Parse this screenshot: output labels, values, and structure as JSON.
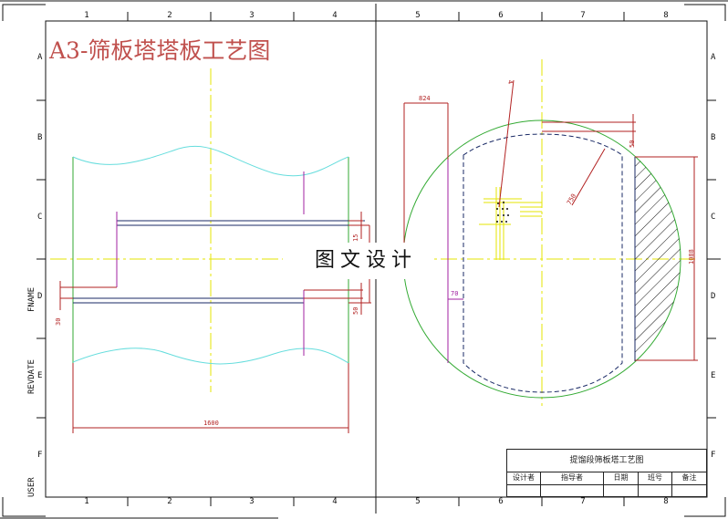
{
  "drawing": {
    "title": "A3-筛板塔塔板工艺图",
    "watermark": "图文设计",
    "colors": {
      "title": "#c0504d",
      "frame": "#111111",
      "centerline": "#e6e600",
      "dimension": "#b22222",
      "outline_green": "#33aa33",
      "break_cyan": "#66dddd",
      "plate_blue": "#1a2a66",
      "weir_magenta": "#a020a0"
    }
  },
  "frame": {
    "columns": [
      "1",
      "2",
      "3",
      "4",
      "5",
      "6",
      "7",
      "8"
    ],
    "rows": [
      "A",
      "B",
      "C",
      "D",
      "E",
      "F"
    ],
    "side_labels": [
      "FNAME",
      "REVDATE",
      "USER"
    ]
  },
  "left_view": {
    "dimensions": {
      "width": "1600",
      "top_gap": "15",
      "bottom_gap": "50",
      "left_gap": "30"
    }
  },
  "right_view": {
    "dimensions": {
      "weir_length": "824",
      "arc_radius": "750",
      "top_offset": "50",
      "downcomer_height": "1088",
      "inlet_width": "70",
      "leader_tag": "4"
    }
  },
  "title_block": {
    "name": "提馏段筛板塔工艺图",
    "headers": [
      "设计者",
      "指导者",
      "日期",
      "班号",
      "备注"
    ],
    "values": [
      "",
      "",
      "",
      "",
      ""
    ]
  }
}
